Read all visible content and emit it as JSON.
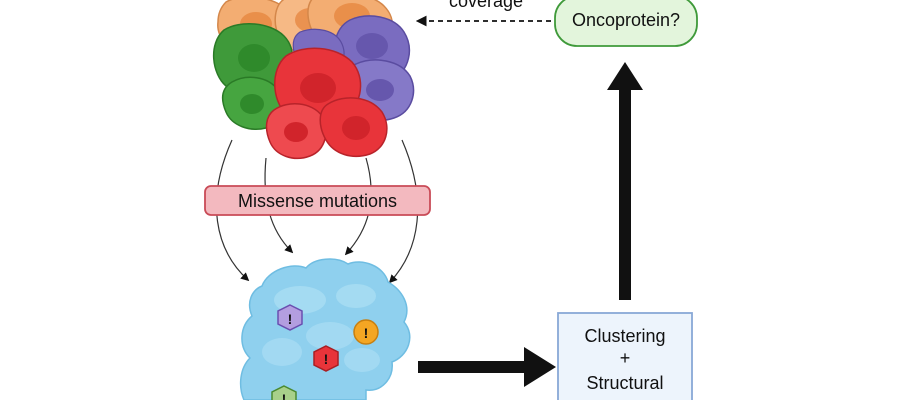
{
  "labels": {
    "coverage": "coverage",
    "oncoprotein": "Oncoprotein?",
    "missense": "Missense mutations",
    "clustering_1": "Clustering",
    "clustering_2": "+",
    "clustering_3": "Structural"
  },
  "mutation_markers": [
    "!",
    "!",
    "!",
    "!"
  ],
  "colors": {
    "cell_orange": "#f3ad72",
    "cell_green": "#3f9a3a",
    "cell_purple": "#7a6cc0",
    "cell_red": "#e8343a",
    "protein_blue": "#8fd0ee",
    "missense_box_fill": "#f3b9bf",
    "missense_box_stroke": "#c94b57",
    "onco_fill": "#e3f5dc",
    "onco_stroke": "#3f9a3a",
    "cluster_fill": "#edf4fc",
    "cluster_stroke": "#88a8d6",
    "arrow": "#111111"
  }
}
